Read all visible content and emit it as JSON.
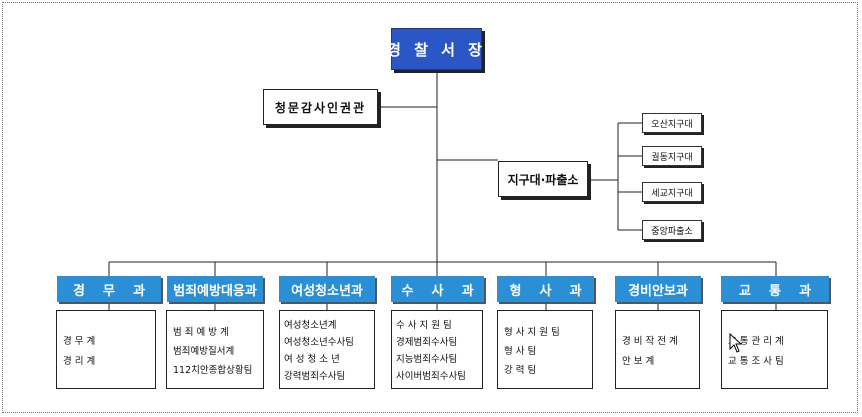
{
  "chief": "경 찰 서 장",
  "audit": "청문감사인권관",
  "precinct": {
    "label": "지구대·파출소",
    "units": [
      "오산지구대",
      "궐동지구대",
      "세교지구대",
      "중앙파출소"
    ]
  },
  "departments": [
    {
      "name": "경    무    과",
      "teams": [
        "경   무   계",
        "경   리   계"
      ]
    },
    {
      "name": "범죄예방대응과",
      "teams": [
        "범 죄 예 방 계",
        "범죄예방질서계",
        "112치안종합상황팀"
      ]
    },
    {
      "name": "여성청소년과",
      "teams": [
        "여성청소년계",
        "여성청소년수사팀",
        "여 성 청 소 년",
        "강력범죄수사팀"
      ]
    },
    {
      "name": "수    사    과",
      "teams": [
        "수 사 지 원 팀",
        "경제범죄수사팀",
        "지능범죄수사팀",
        "사이버범죄수사팀"
      ]
    },
    {
      "name": "형    사    과",
      "teams": [
        "형 사 지 원 팀",
        "형   사   팀",
        "강   력   팀"
      ]
    },
    {
      "name": "경비안보과",
      "teams": [
        "경 비 작 전 계",
        "안    보    계"
      ]
    },
    {
      "name": "교    통    과",
      "teams": [
        "교 통 관 리 계",
        "교 통 조 사 팀"
      ]
    }
  ]
}
